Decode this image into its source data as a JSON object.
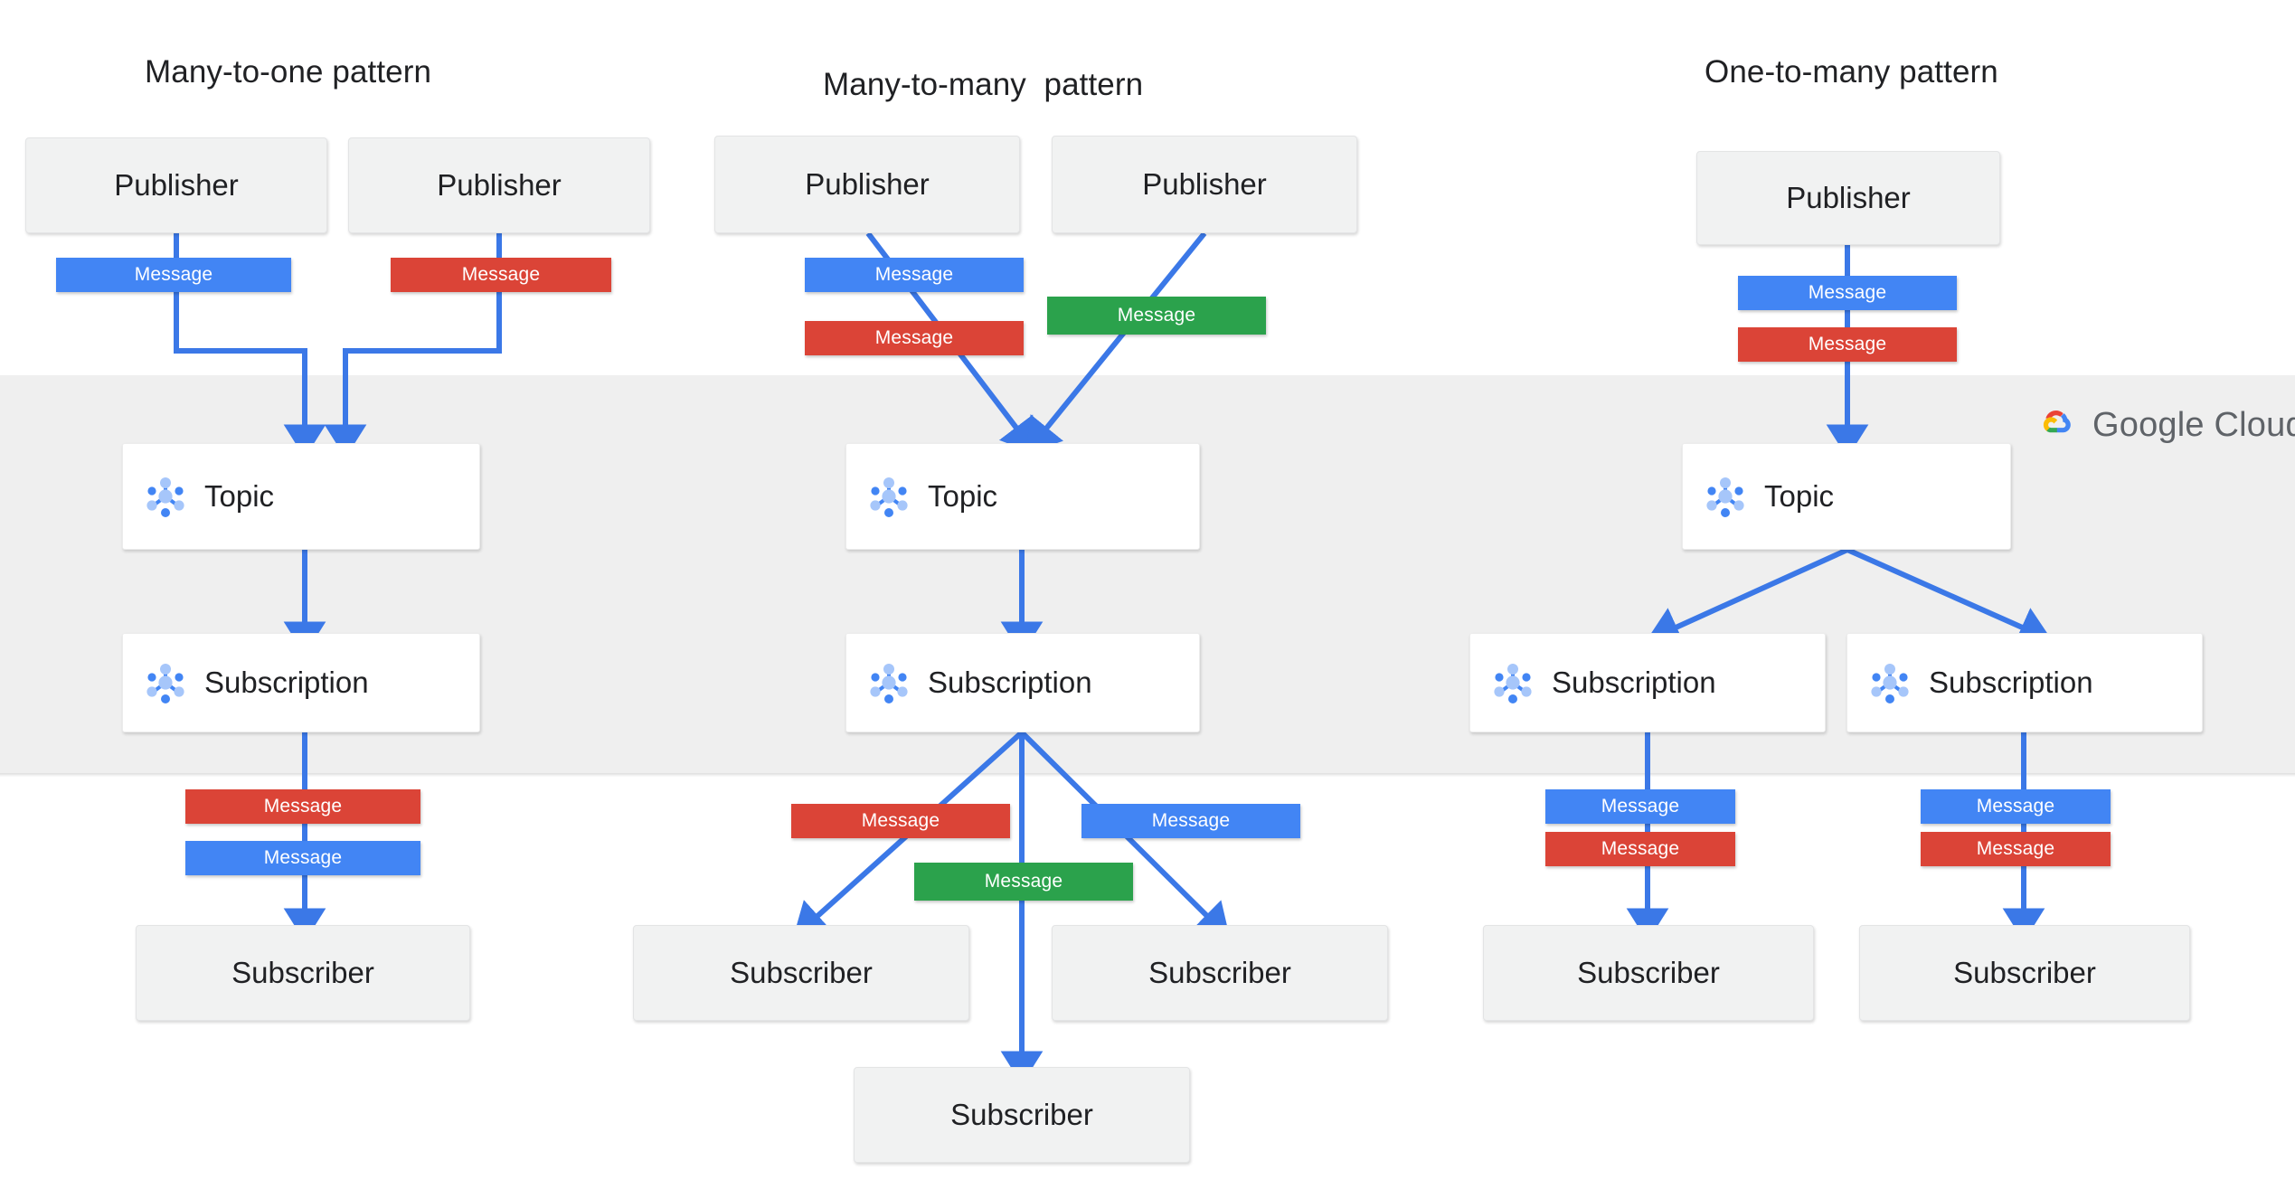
{
  "diagram": {
    "title_left": "Many-to-one pattern",
    "title_middle": "Many-to-many  pattern",
    "title_right": "One-to-many pattern",
    "labels": {
      "publisher": "Publisher",
      "subscriber": "Subscriber",
      "topic": "Topic",
      "subscription": "Subscription",
      "message": "Message"
    },
    "brand": {
      "name_bold": "Google",
      "name_light": " Cloud",
      "text_color": "#5F6368",
      "cloud_red": "#EA4335",
      "cloud_blue": "#4285F4",
      "cloud_yellow": "#FBBC05",
      "cloud_green": "#34A853"
    },
    "colors": {
      "message_blue": "#4285F4",
      "message_red": "#DB4437",
      "message_green": "#2BA24C",
      "node_grey": "#F1F2F2",
      "band_grey": "#EFEFEF",
      "service_white": "#FFFFFF",
      "arrow_blue": "#4285F4",
      "text": "#202124"
    },
    "band": {
      "name": "google-cloud-band"
    },
    "columns": [
      {
        "id": "many-to-one",
        "title": "Many-to-one pattern",
        "publishers": [
          "Publisher",
          "Publisher"
        ],
        "publisher_messages": [
          "Message",
          "Message"
        ],
        "publisher_message_colors": [
          "blue",
          "red"
        ],
        "topic": "Topic",
        "subscriptions": [
          "Subscription"
        ],
        "subscriber_messages": [
          "Message",
          "Message"
        ],
        "subscriber_message_colors": [
          "red",
          "blue"
        ],
        "subscribers": [
          "Subscriber"
        ]
      },
      {
        "id": "many-to-many",
        "title": "Many-to-many  pattern",
        "publishers": [
          "Publisher",
          "Publisher"
        ],
        "publisher_messages": [
          "Message",
          "Message",
          "Message"
        ],
        "publisher_message_colors": [
          "blue",
          "red",
          "green"
        ],
        "topic": "Topic",
        "subscriptions": [
          "Subscription"
        ],
        "subscriber_messages": [
          "Message",
          "Message",
          "Message"
        ],
        "subscriber_message_colors": [
          "red",
          "blue",
          "green"
        ],
        "subscribers": [
          "Subscriber",
          "Subscriber",
          "Subscriber"
        ]
      },
      {
        "id": "one-to-many",
        "title": "One-to-many pattern",
        "publishers": [
          "Publisher"
        ],
        "publisher_messages": [
          "Message",
          "Message"
        ],
        "publisher_message_colors": [
          "blue",
          "red"
        ],
        "topic": "Topic",
        "subscriptions": [
          "Subscription",
          "Subscription"
        ],
        "subscriber_messages": [
          "Message",
          "Message",
          "Message",
          "Message"
        ],
        "subscriber_message_colors": [
          "blue",
          "red",
          "blue",
          "red"
        ],
        "subscribers": [
          "Subscriber",
          "Subscriber"
        ]
      }
    ]
  }
}
